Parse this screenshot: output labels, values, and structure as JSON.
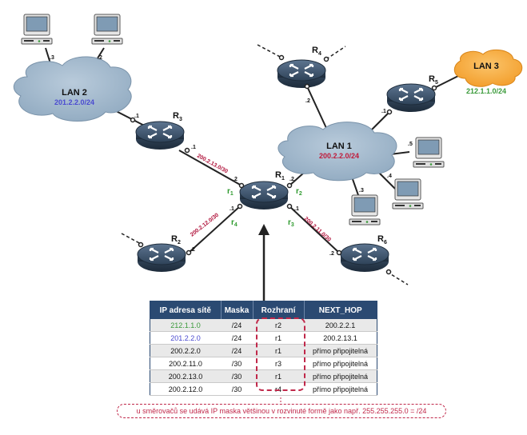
{
  "routers": {
    "r1": {
      "name": "R",
      "sub": "1"
    },
    "r2": {
      "name": "R",
      "sub": "2"
    },
    "r3": {
      "name": "R",
      "sub": "3"
    },
    "r4": {
      "name": "R",
      "sub": "4"
    },
    "r5": {
      "name": "R",
      "sub": "5"
    },
    "r6": {
      "name": "R",
      "sub": "6"
    }
  },
  "lans": {
    "lan1": {
      "title": "LAN 1",
      "net": "200.2.2.0/24"
    },
    "lan2": {
      "title": "LAN 2",
      "net": "201.2.2.0/24"
    },
    "lan3": {
      "title": "LAN 3",
      "net": "212.1.1.0/24"
    }
  },
  "links": {
    "r1_r3": "200.2.13.0/30",
    "r1_r2": "200.2.12.0/30",
    "r1_r6": "200.2.11.0/30"
  },
  "interfaces": {
    "r1": "r",
    "r2": "r",
    "r3": "r",
    "r4": "r",
    "s1": "1",
    "s2": "2",
    "s3": "3",
    "s4": "4"
  },
  "ports": {
    "lan2_pc_a": ".3",
    "lan2_pc_b": ".2",
    "r3_lan2": ".1",
    "r3_r1": ".1",
    "r1_r3": ".2",
    "r1_lan1": ".2",
    "r1_r2": ".1",
    "r1_r6": ".1",
    "r2_r1": ".2",
    "r6_r1": ".2",
    "r4_lan1": ".2",
    "r5_lan1": ".1",
    "lan1_pc5": ".5",
    "lan1_pc4": ".4",
    "lan1_pc3": ".3"
  },
  "table": {
    "headers": [
      "IP adresa sítě",
      "Maska",
      "Rozhraní",
      "NEXT_HOP"
    ],
    "rows": [
      {
        "ip": "212.1.1.0",
        "mask": "/24",
        "iface": "r2",
        "next_hop": "200.2.2.1",
        "ip_color": "#3a9a3a"
      },
      {
        "ip": "201.2.2.0",
        "mask": "/24",
        "iface": "r1",
        "next_hop": "200.2.13.1",
        "ip_color": "#4a4ad0"
      },
      {
        "ip": "200.2.2.0",
        "mask": "/24",
        "iface": "r1",
        "next_hop": "přímo připojitelná",
        "ip_color": "#111111"
      },
      {
        "ip": "200.2.11.0",
        "mask": "/30",
        "iface": "r3",
        "next_hop": "přímo připojitelná",
        "ip_color": "#111111"
      },
      {
        "ip": "200.2.13.0",
        "mask": "/30",
        "iface": "r1",
        "next_hop": "přímo připojitelná",
        "ip_color": "#111111"
      },
      {
        "ip": "200.2.12.0",
        "mask": "/30",
        "iface": "r4",
        "next_hop": "přímo připojitelná",
        "ip_color": "#111111"
      }
    ]
  },
  "note": "u směrovačů se udává IP maska většinou v rozvinuté formě jako např. 255.255.255.0 = /24",
  "colors": {
    "header_bg": "#2b4a72",
    "accent_red": "#c0284a",
    "lan_blue": "#4a4ad0",
    "lan_green": "#3a9a3a",
    "cloud": "#9fb7cc",
    "lan3_cloud": "#f5a531"
  }
}
